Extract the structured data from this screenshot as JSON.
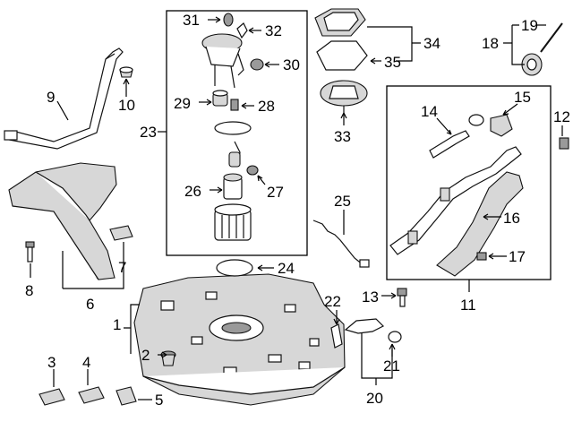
{
  "diagram": {
    "labels": [
      "1",
      "2",
      "3",
      "4",
      "5",
      "6",
      "7",
      "8",
      "9",
      "10",
      "11",
      "12",
      "13",
      "14",
      "15",
      "16",
      "17",
      "18",
      "19",
      "20",
      "21",
      "22",
      "23",
      "24",
      "25",
      "26",
      "27",
      "28",
      "29",
      "30",
      "31",
      "32",
      "33",
      "34",
      "35"
    ]
  }
}
